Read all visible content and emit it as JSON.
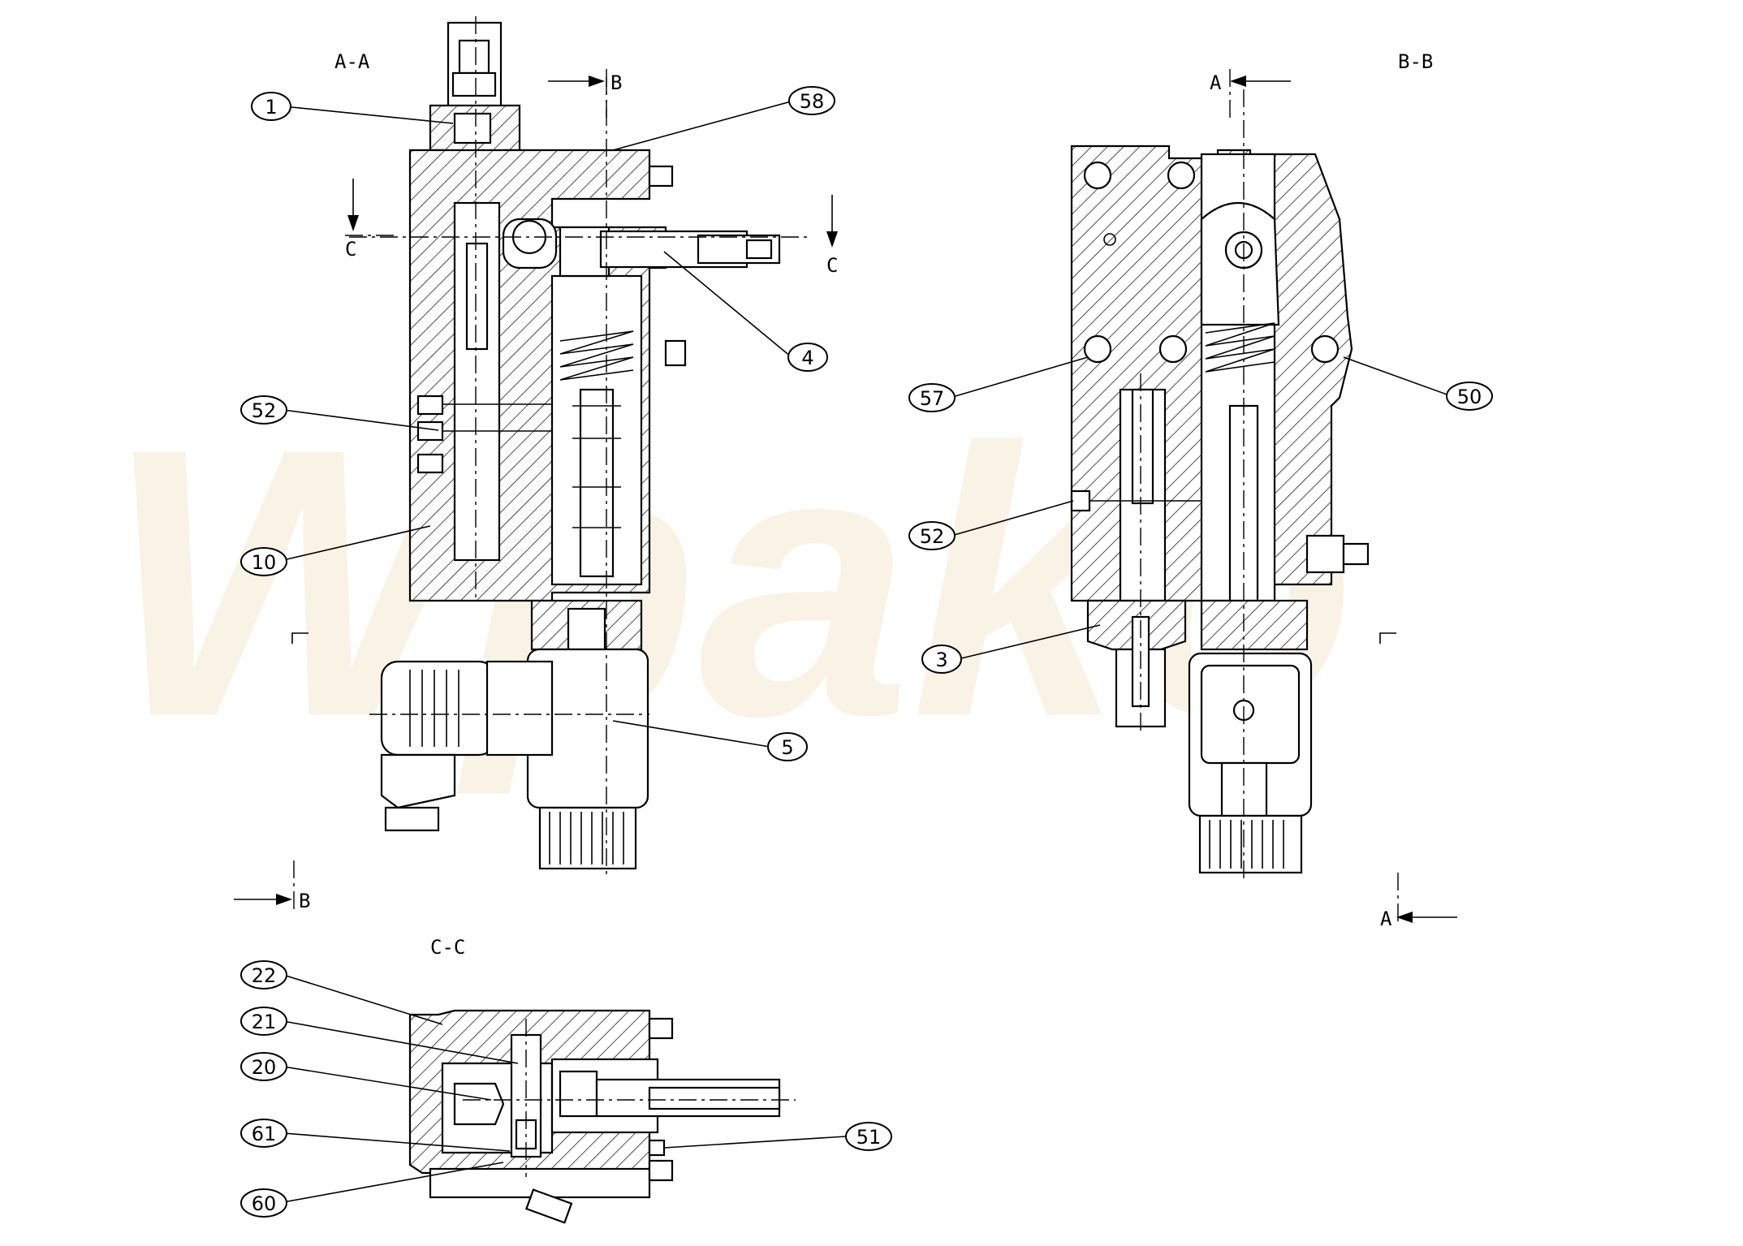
{
  "watermark": {
    "text": "Wpako"
  },
  "views": {
    "aa": {
      "title": "A-A"
    },
    "bb": {
      "title": "B-B"
    },
    "cc": {
      "title": "C-C"
    }
  },
  "section_markers": [
    {
      "id": "B",
      "label": "B"
    },
    {
      "id": "C",
      "label": "C"
    },
    {
      "id": "A",
      "label": "A"
    }
  ],
  "callouts": [
    {
      "id": "1",
      "label": "1"
    },
    {
      "id": "58",
      "label": "58"
    },
    {
      "id": "4",
      "label": "4"
    },
    {
      "id": "52",
      "label": "52"
    },
    {
      "id": "10",
      "label": "10"
    },
    {
      "id": "5",
      "label": "5"
    },
    {
      "id": "57",
      "label": "57"
    },
    {
      "id": "50",
      "label": "50"
    },
    {
      "id": "3",
      "label": "3"
    },
    {
      "id": "22",
      "label": "22"
    },
    {
      "id": "21",
      "label": "21"
    },
    {
      "id": "20",
      "label": "20"
    },
    {
      "id": "61",
      "label": "61"
    },
    {
      "id": "60",
      "label": "60"
    },
    {
      "id": "51",
      "label": "51"
    }
  ]
}
